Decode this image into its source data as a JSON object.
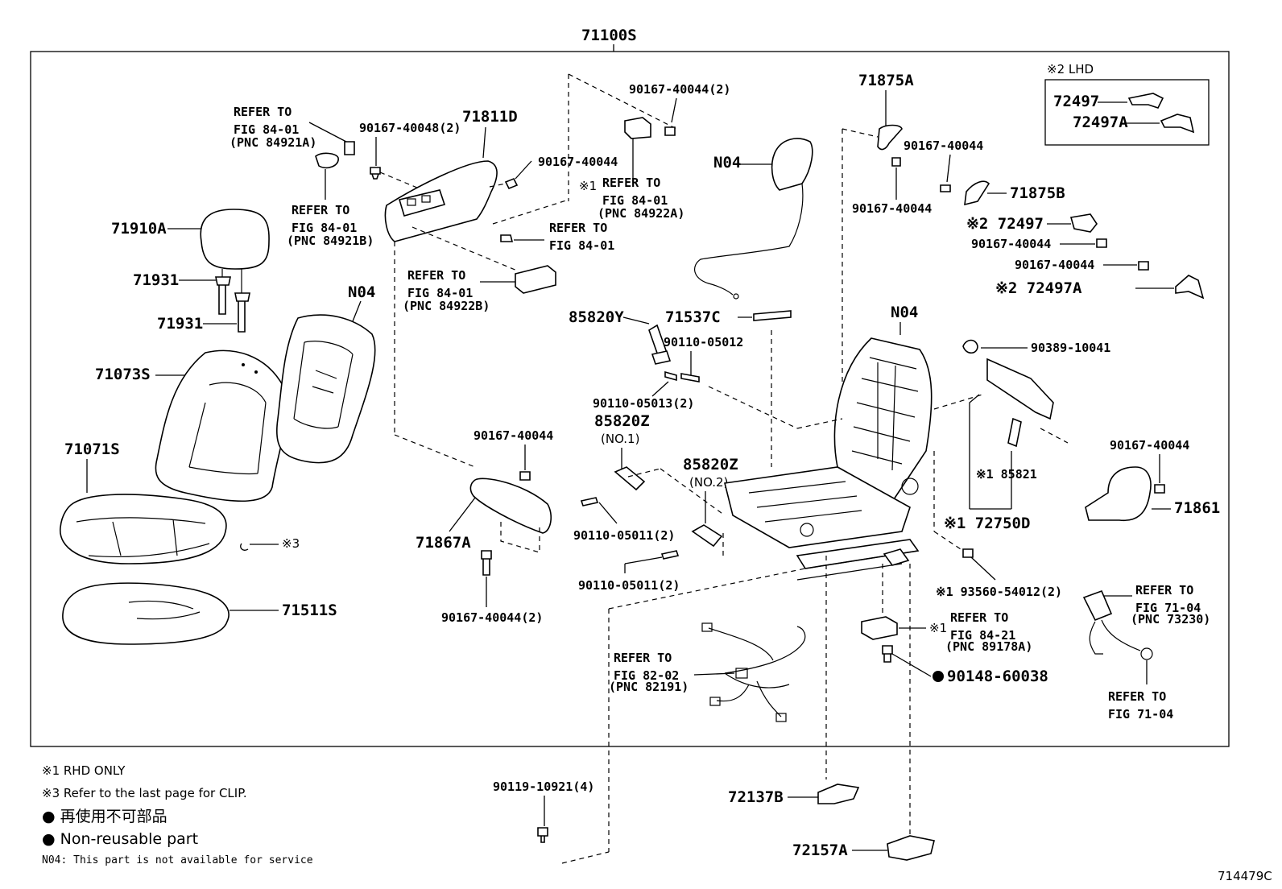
{
  "diagram": {
    "assembly_label": "71100S",
    "figure_code": "714479C",
    "lhd_box": {
      "title": "※2 LHD",
      "items": [
        "72497",
        "72497A"
      ]
    },
    "labels": {
      "l_71910A": "71910A",
      "l_71931a": "71931",
      "l_71931b": "71931",
      "l_71073S": "71073S",
      "l_71071S": "71071S",
      "l_71511S": "71511S",
      "l_note3": "※3",
      "l_N04a": "N04",
      "l_refer_a1": "REFER TO",
      "l_refer_a2": "FIG 84-01",
      "l_refer_a3": "(PNC 84921A)",
      "l_refer_b1": "REFER TO",
      "l_refer_b2": "FIG 84-01",
      "l_refer_b3": "(PNC 84921B)",
      "l_90167_40048": "90167-40048(2)",
      "l_71811D": "71811D",
      "l_90167_40044a": "90167-40044",
      "l_refer_c1": "REFER TO",
      "l_refer_c2": "FIG 84-01",
      "l_refer_d1": "REFER TO",
      "l_refer_d2": "FIG 84-01",
      "l_refer_d3": "(PNC 84922B)",
      "l_90167_40044_2a": "90167-40044(2)",
      "l_refer_e0": "※1",
      "l_refer_e1": "REFER TO",
      "l_refer_e2": "FIG 84-01",
      "l_refer_e3": "(PNC 84922A)",
      "l_N04b": "N04",
      "l_71875A": "71875A",
      "l_90167_40044b": "90167-40044",
      "l_90167_40044c": "90167-40044",
      "l_71875B": "71875B",
      "l_72497": "※2 72497",
      "l_90167_40044d": "90167-40044",
      "l_90167_40044e": "90167-40044",
      "l_72497A": "※2 72497A",
      "l_85820Y": "85820Y",
      "l_71537C": "71537C",
      "l_90110_05012": "90110-05012",
      "l_90110_05013": "90110-05013(2)",
      "l_85820Z_1": "85820Z",
      "l_no1": "(NO.1)",
      "l_85820Z_2": "85820Z",
      "l_no2": "(NO.2)",
      "l_N04c": "N04",
      "l_90389": "90389-10041",
      "l_85821": "※1 85821",
      "l_72750D": "※1  72750D",
      "l_90167_40044f": "90167-40044",
      "l_71861": "71861",
      "l_90167_40044g": "90167-40044",
      "l_71867A": "71867A",
      "l_90167_40044_2b": "90167-40044(2)",
      "l_90110_05011a": "90110-05011(2)",
      "l_90110_05011b": "90110-05011(2)",
      "l_93560": "※1 93560-54012(2)",
      "l_refer_f1": "REFER TO",
      "l_refer_f2": "FIG 84-21",
      "l_refer_f3": "(PNC 89178A)",
      "l_refer_f0": "※1",
      "l_90148": "90148-60038",
      "l_refer_g1": "REFER TO",
      "l_refer_g2": "FIG 71-04",
      "l_refer_g3": "(PNC 73230)",
      "l_refer_h1": "REFER TO",
      "l_refer_h2": "FIG 71-04",
      "l_refer_i1": "REFER TO",
      "l_refer_i2": "FIG 82-02",
      "l_refer_i3": "(PNC 82191)",
      "l_90119": "90119-10921(4)",
      "l_72137B": "72137B",
      "l_72157A": "72157A"
    },
    "notes": [
      "※1 RHD ONLY",
      "※3 Refer to the last page for CLIP.",
      "● 再使用不可部品",
      "● Non-reusable part",
      "N04: This part is not available for service"
    ]
  }
}
